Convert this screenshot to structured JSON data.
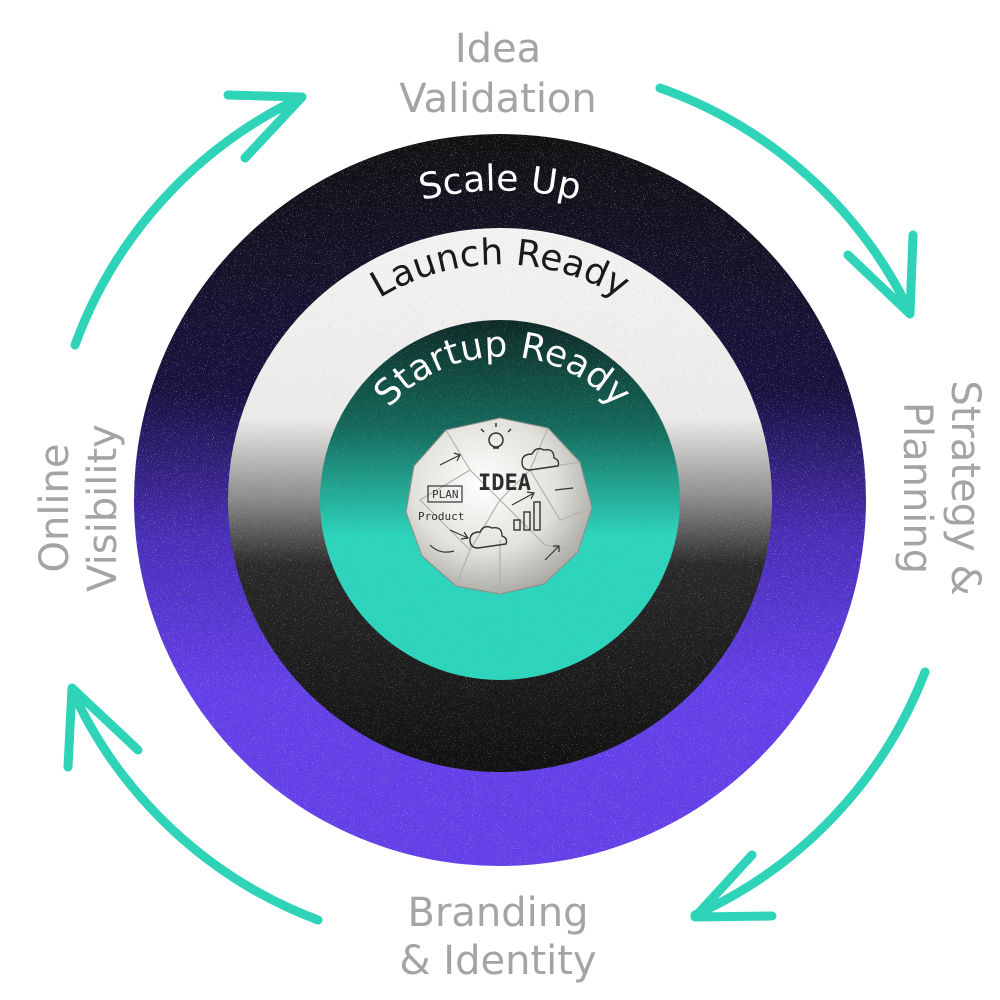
{
  "colors": {
    "arrow": "#2fd3b8",
    "outer_text": "#a4a4a4",
    "ring_purple": "#6340e8",
    "ring_black": "#121212",
    "ring_white": "#f2f1ef",
    "core_teal": "#2dd4bc"
  },
  "cycle_stages": {
    "top": [
      "Idea",
      "Validation"
    ],
    "right": [
      "Strategy &",
      "Planning"
    ],
    "bottom": [
      "Branding",
      "& Identity"
    ],
    "left": [
      "Online",
      "Visibility"
    ]
  },
  "rings": {
    "outer": "Scale Up",
    "middle": "Launch Ready",
    "inner": "Startup Ready"
  },
  "center_image": {
    "alt": "crumpled paper ball with idea doodles",
    "idea_word": "IDEA",
    "plan_word": "PLAN",
    "product_word": "Product"
  },
  "icons": [
    "cycle-arrow-icon",
    "lightbulb-icon",
    "cloud-icon",
    "bar-chart-icon"
  ]
}
